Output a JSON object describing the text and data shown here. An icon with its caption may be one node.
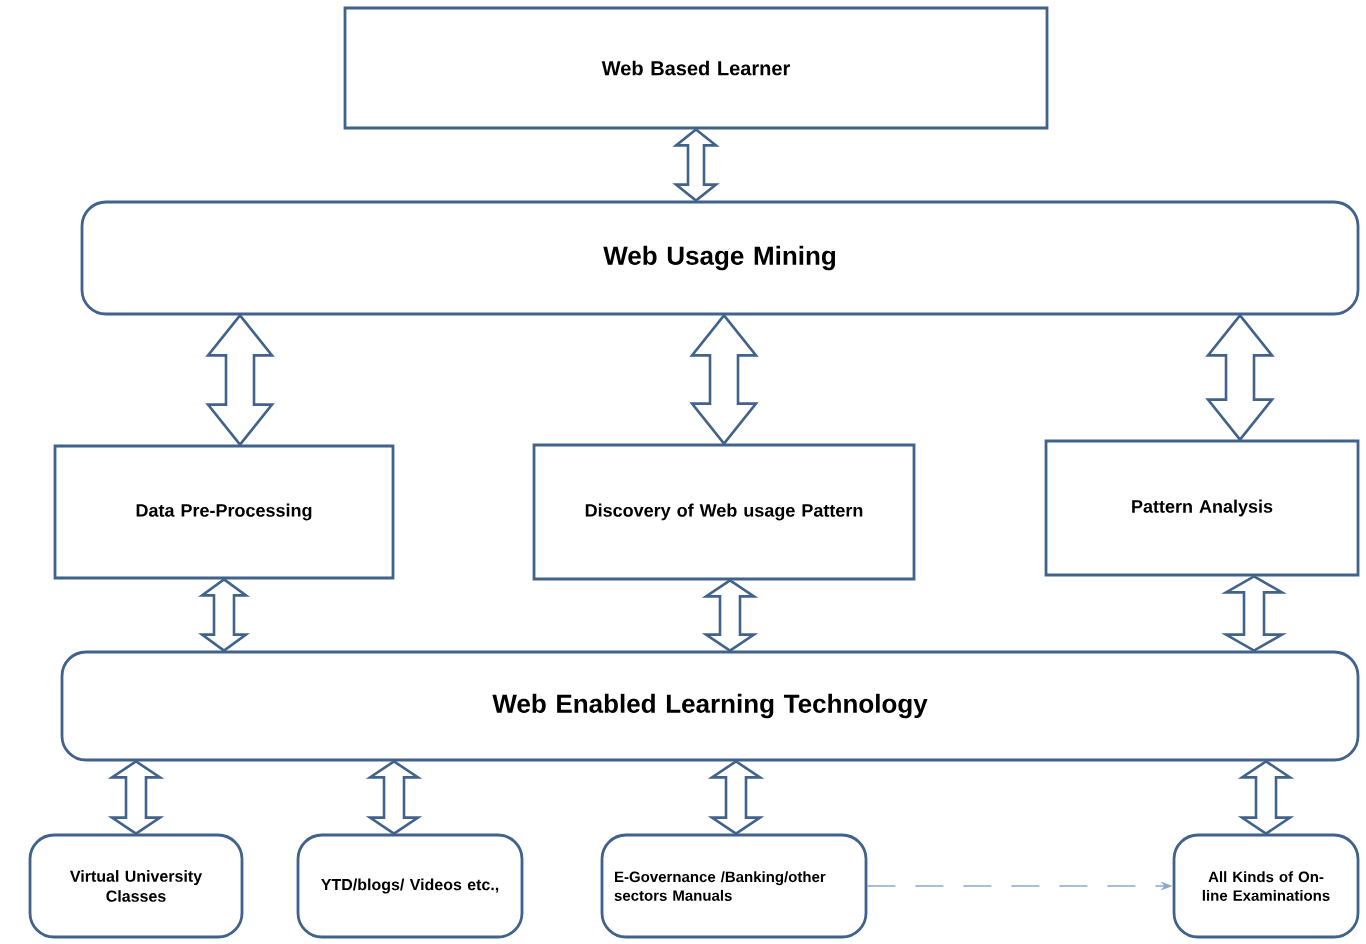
{
  "diagram": {
    "nodes": [
      {
        "text": [
          "Web Based Learner"
        ]
      },
      {
        "text": [
          "Web Usage Mining"
        ]
      },
      {
        "text": [
          "Data Pre-Processing"
        ]
      },
      {
        "text": [
          "Discovery of Web usage Pattern"
        ]
      },
      {
        "text": [
          "Pattern Analysis"
        ]
      },
      {
        "text": [
          "Web Enabled Learning Technology"
        ]
      },
      {
        "text": [
          "Virtual University Classes"
        ]
      },
      {
        "text": [
          "YTD/blogs/ Videos etc.,"
        ]
      },
      {
        "text": [
          "E-Governance /Banking/other sectors Manuals"
        ]
      },
      {
        "text": [
          "All Kinds of On-line Examinations"
        ]
      }
    ],
    "edges": [
      {
        "from": 0,
        "to": 1,
        "arrow": "both"
      },
      {
        "from": 1,
        "to": 2,
        "arrow": "both"
      },
      {
        "from": 1,
        "to": 3,
        "arrow": "both"
      },
      {
        "from": 1,
        "to": 4,
        "arrow": "both"
      },
      {
        "from": 2,
        "to": 5,
        "arrow": "both"
      },
      {
        "from": 3,
        "to": 5,
        "arrow": "both"
      },
      {
        "from": 4,
        "to": 5,
        "arrow": "both"
      },
      {
        "from": 5,
        "to": 6,
        "arrow": "both"
      },
      {
        "from": 5,
        "to": 7,
        "arrow": "both"
      },
      {
        "from": 5,
        "to": 8,
        "arrow": "both"
      },
      {
        "from": 5,
        "to": 9,
        "arrow": "both"
      },
      {
        "from": 8,
        "to": 9,
        "arrow": "to",
        "style": "dashed",
        "color": "#8aa8c8"
      }
    ]
  }
}
